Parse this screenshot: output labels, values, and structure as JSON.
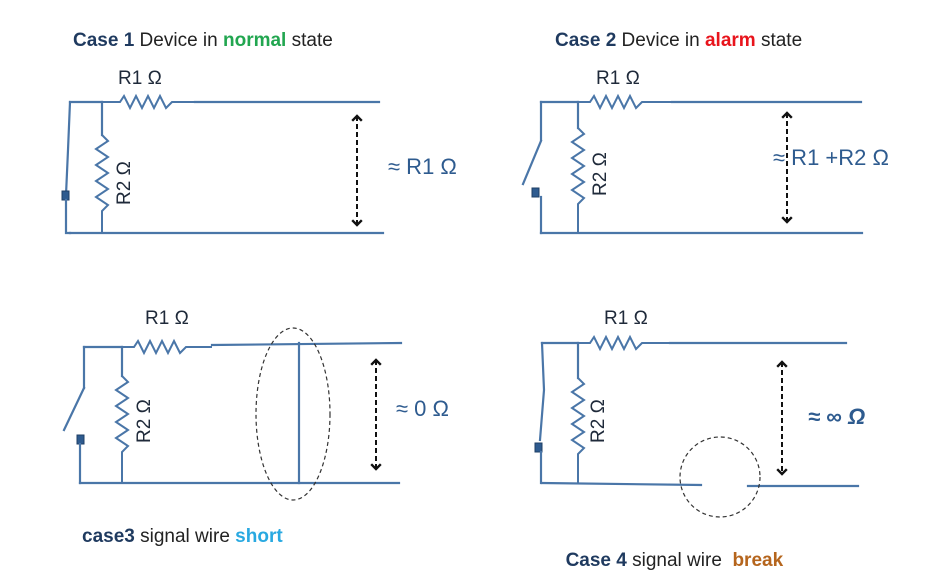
{
  "colors": {
    "wire": "#4a76a8",
    "case_label": "#1f3a5f",
    "normal": "#22a650",
    "alarm": "#e8141c",
    "short": "#29a9e1",
    "break": "#b5651d"
  },
  "cases": [
    {
      "case_label": "Case 1",
      "text_before": " Device in ",
      "keyword": "normal",
      "text_after": " state",
      "r1_label": "R1 Ω",
      "r2_label": "R2 Ω",
      "measurement": "≈ R1 Ω",
      "switch_state": "closed"
    },
    {
      "case_label": "Case 2",
      "text_before": " Device in ",
      "keyword": "alarm",
      "text_after": " state",
      "r1_label": "R1 Ω",
      "r2_label": "R2 Ω",
      "measurement": "≈ R1 +R2 Ω",
      "switch_state": "open"
    },
    {
      "case_label": "case3",
      "text_before": " signal wire ",
      "keyword": "short",
      "text_after": "",
      "r1_label": "R1 Ω",
      "r2_label": "R2 Ω",
      "measurement": "≈ 0 Ω",
      "switch_state": "open"
    },
    {
      "case_label": "Case 4",
      "text_before": " signal wire  ",
      "keyword": "break",
      "text_after": "",
      "r1_label": "R1 Ω",
      "r2_label": "R2 Ω",
      "measurement": "≈ ∞ Ω",
      "switch_state": "closed"
    }
  ]
}
